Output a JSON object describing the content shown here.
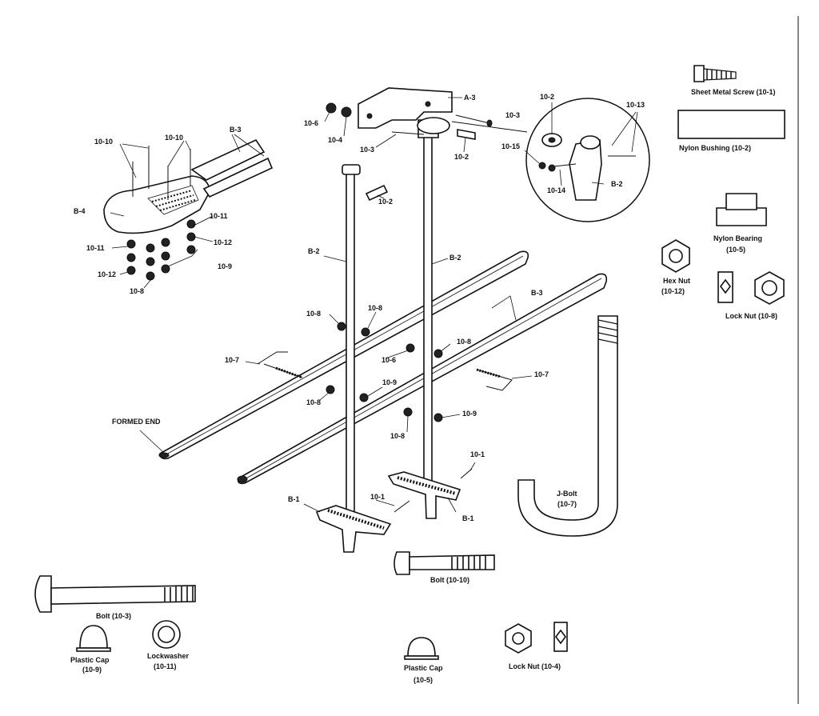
{
  "labels": {
    "a3": "A-3",
    "b1": "B-1",
    "b2": "B-2",
    "b3": "B-3",
    "b4": "B-4",
    "p10_1": "10-1",
    "p10_2": "10-2",
    "p10_3": "10-3",
    "p10_4": "10-4",
    "p10_6": "10-6",
    "p10_7": "10-7",
    "p10_8": "10-8",
    "p10_9": "10-9",
    "p10_10": "10-10",
    "p10_11": "10-11",
    "p10_12": "10-12",
    "p10_13": "10-13",
    "p10_14": "10-14",
    "p10_15": "10-15",
    "formed_end": "FORMED END"
  },
  "legend": {
    "sheet_metal_screw": "Sheet Metal Screw (10-1)",
    "nylon_bushing": "Nylon Bushing (10-2)",
    "nylon_bearing": "Nylon Bearing",
    "nylon_bearing_num": "(10-5)",
    "hex_nut": "Hex Nut",
    "hex_nut_num": "(10-12)",
    "lock_nut_10_8": "Lock Nut (10-8)",
    "j_bolt": "J-Bolt",
    "j_bolt_num": "(10-7)",
    "bolt_10_10": "Bolt (10-10)",
    "bolt_10_3": "Bolt (10-3)",
    "plastic_cap_a": "Plastic Cap",
    "plastic_cap_a_num": "(10-9)",
    "lockwasher": "Lockwasher",
    "lockwasher_num": "(10-11)",
    "plastic_cap_b": "Plastic Cap",
    "plastic_cap_b_num": "(10-5)",
    "lock_nut_10_4": "Lock Nut (10-4)"
  }
}
